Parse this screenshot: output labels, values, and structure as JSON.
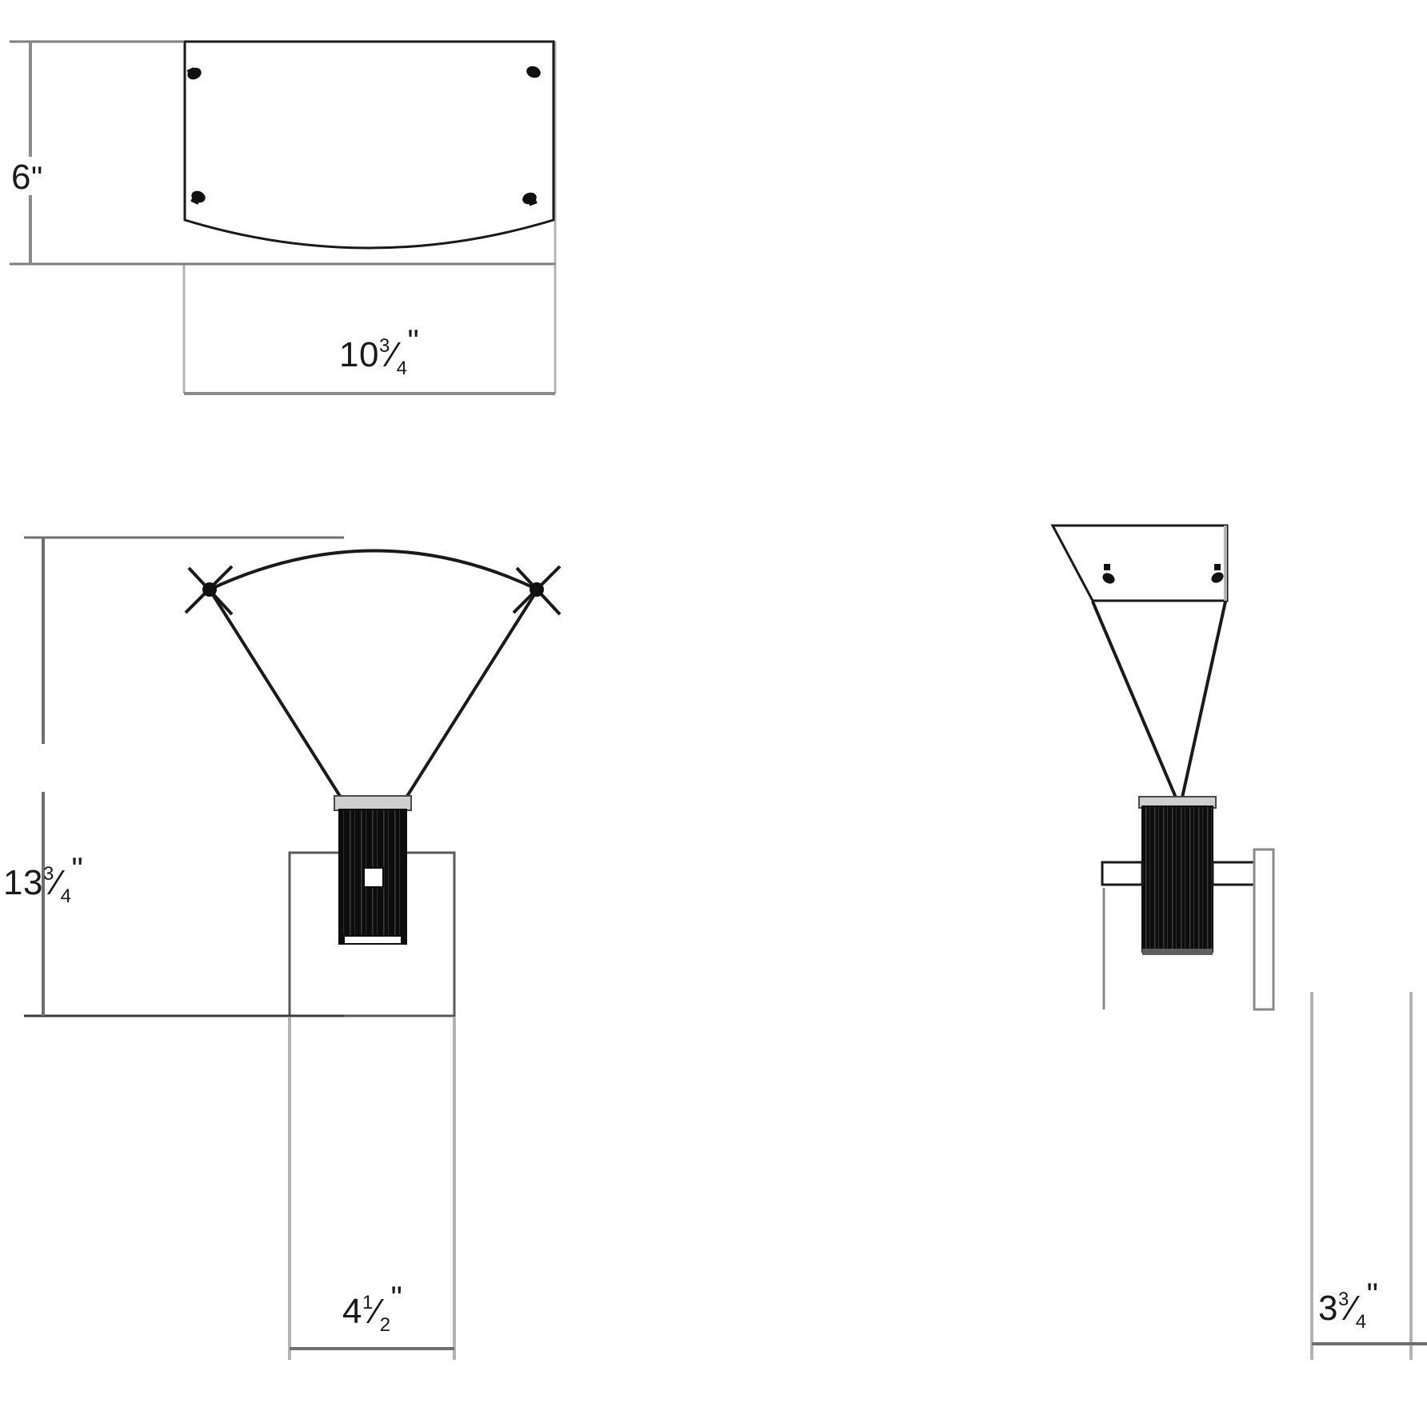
{
  "drawing": {
    "title": "Wall Sconce Dimensional Drawing",
    "units": "inches",
    "line_color": "#1a1a1a",
    "dimension_line_color": "#7d7d7d",
    "extension_line_color": "#b3b3b3",
    "body_fill_color": "#0d0d0d",
    "background_color": "#ffffff"
  },
  "dimensions": {
    "top_view_height": {
      "label_whole": "6",
      "label_numerator": "",
      "label_denominator": "",
      "label_prime": "\"",
      "value_inches": 6,
      "orientation": "vertical",
      "applies_to": "top-view-height"
    },
    "top_view_width": {
      "label_whole": "10",
      "label_numerator": "3",
      "label_denominator": "4",
      "label_prime": "\"",
      "value_inches": 10.75,
      "orientation": "horizontal",
      "applies_to": "top-view-width"
    },
    "front_view_height": {
      "label_whole": "13",
      "label_numerator": "3",
      "label_denominator": "4",
      "label_prime": "\"",
      "value_inches": 13.75,
      "orientation": "vertical",
      "applies_to": "front-view-height"
    },
    "front_view_width": {
      "label_whole": "4",
      "label_numerator": "1",
      "label_denominator": "2",
      "label_prime": "\"",
      "value_inches": 4.5,
      "orientation": "horizontal",
      "applies_to": "front-view-backplate-width"
    },
    "side_view_depth": {
      "label_whole": "3",
      "label_numerator": "3",
      "label_denominator": "4",
      "label_prime": "\"",
      "value_inches": 3.75,
      "orientation": "horizontal",
      "applies_to": "side-view-depth"
    }
  },
  "views": {
    "top_view": {
      "name": "top-view",
      "description": "Plan view: rectangular shade outline with concave arc lower edge and four corner fastener marks"
    },
    "front_view": {
      "name": "front-view",
      "description": "Front elevation: fan shaped shade with arched top, two cross fastener marks, converging stems, dark cylindrical lamp body over square backplate"
    },
    "side_view": {
      "name": "side-view",
      "description": "Side elevation: trapezoidal shade profile narrowing downward, converging stems, dark lamp body with horizontal mounting arms and wall plate"
    }
  }
}
